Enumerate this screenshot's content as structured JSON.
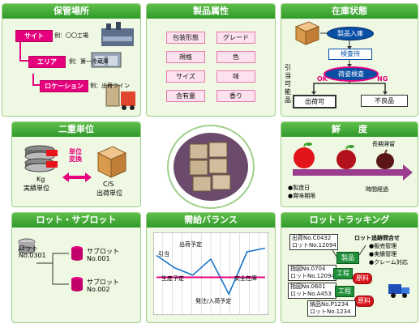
{
  "panels": {
    "storage": {
      "title": "保管場所",
      "site": "サイト",
      "site_ex": "例：〇〇工場",
      "area": "エリア",
      "area_ex": "例：第一冷蔵庫",
      "location": "ロケーション",
      "location_ex": "例：出荷ライン"
    },
    "attributes": {
      "title": "製品属性",
      "items": [
        "包装形態",
        "グレード",
        "規格",
        "色",
        "サイズ",
        "味",
        "含有量",
        "香り"
      ]
    },
    "inventory": {
      "title": "在庫状態",
      "receive": "製品入庫",
      "inspect_wait": "検査待",
      "pack_inspect": "荷姿検査",
      "ok": "OK",
      "ng": "NG",
      "side_label": "引当可能品",
      "shippable": "出荷可",
      "defective": "不良品"
    },
    "dual": {
      "title": "二重単位",
      "convert": "単位変換",
      "kg": "Kg",
      "kg_sub": "実績単位",
      "cs": "C/S",
      "cs_sub": "出荷単位"
    },
    "freshness": {
      "title": "鮮　　度",
      "long_stagnant": "長期滞留",
      "bullet1": "●製造日",
      "bullet2": "●賞味期限",
      "elapsed": "時間経過"
    },
    "lot": {
      "title": "ロット・サブロット",
      "lot": "ロット",
      "lot_no": "No.0301",
      "sub1": "サブロット",
      "sub1_no": "No.001",
      "sub2": "サブロット",
      "sub2_no": "No.002"
    },
    "balance": {
      "title": "需給バランス",
      "ship_plan": "出荷予定",
      "hikiate": "引当",
      "prod_plan": "生産予定",
      "safe_stock": "安全在庫",
      "order_plan": "発注/入荷予定"
    },
    "tracking": {
      "title": "ロットトラッキング",
      "ship_no": "出荷No.C0432",
      "ship_lot": "ロットNo.12094",
      "product": "製品",
      "inquiry": "ロット追跡問合せ",
      "inq_items": [
        "●販売管理",
        "●実績管理",
        "●クレーム対応"
      ],
      "inst1_no": "指図No.0704",
      "inst1_lot": "ロットNo.12094",
      "process1": "工程",
      "raw1": "原料",
      "inst2_no": "指図No.0601",
      "inst2_lot": "ロットNo.A453",
      "process2": "工程",
      "raw2": "原料",
      "deliv_no": "納品No.P1234",
      "deliv_lot": "ロットNo.1234"
    }
  },
  "chart_data": {
    "type": "line",
    "series": [
      {
        "name": "",
        "values": [
          75,
          58,
          48,
          70,
          22,
          80,
          85
        ]
      },
      {
        "name": "",
        "values": [
          45,
          45,
          45,
          45,
          45,
          45,
          45
        ]
      }
    ]
  },
  "colors": {
    "header": "#2f9a2b",
    "accent": "#e6007e",
    "panel_bg": "#eef8e2"
  }
}
